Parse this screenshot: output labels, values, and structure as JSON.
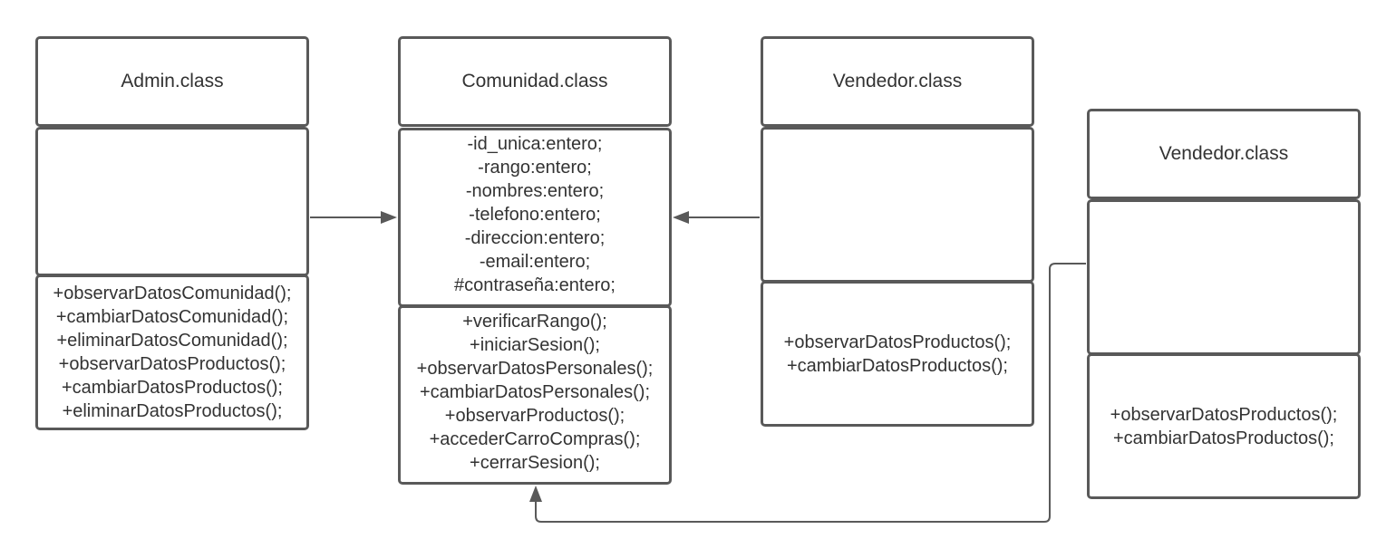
{
  "colors": {
    "border": "#595959",
    "connector": "#595959",
    "text": "#333333"
  },
  "classes": [
    {
      "id": "admin",
      "title": "Admin.class",
      "attributes": [],
      "methods": [
        "+observarDatosComunidad();",
        "+cambiarDatosComunidad();",
        "+eliminarDatosComunidad();",
        "+observarDatosProductos();",
        "+cambiarDatosProductos();",
        "+eliminarDatosProductos();"
      ]
    },
    {
      "id": "comunidad",
      "title": "Comunidad.class",
      "attributes": [
        "-id_unica:entero;",
        "-rango:entero;",
        "-nombres:entero;",
        "-telefono:entero;",
        "-direccion:entero;",
        "-email:entero;",
        "#contraseña:entero;"
      ],
      "methods": [
        "+verificarRango();",
        "+iniciarSesion();",
        "+observarDatosPersonales();",
        "+cambiarDatosPersonales();",
        "+observarProductos();",
        "+accederCarroCompras();",
        "+cerrarSesion();"
      ]
    },
    {
      "id": "vendedor-1",
      "title": "Vendedor.class",
      "attributes": [],
      "methods": [
        "+observarDatosProductos();",
        "+cambiarDatosProductos();"
      ]
    },
    {
      "id": "vendedor-2",
      "title": "Vendedor.class",
      "attributes": [],
      "methods": [
        "+observarDatosProductos();",
        "+cambiarDatosProductos();"
      ]
    }
  ],
  "connectors": [
    {
      "from": "admin",
      "to": "comunidad",
      "arrow": "filled"
    },
    {
      "from": "vendedor-1",
      "to": "comunidad",
      "arrow": "filled"
    },
    {
      "from": "vendedor-2",
      "to": "comunidad",
      "arrow": "filled"
    }
  ]
}
